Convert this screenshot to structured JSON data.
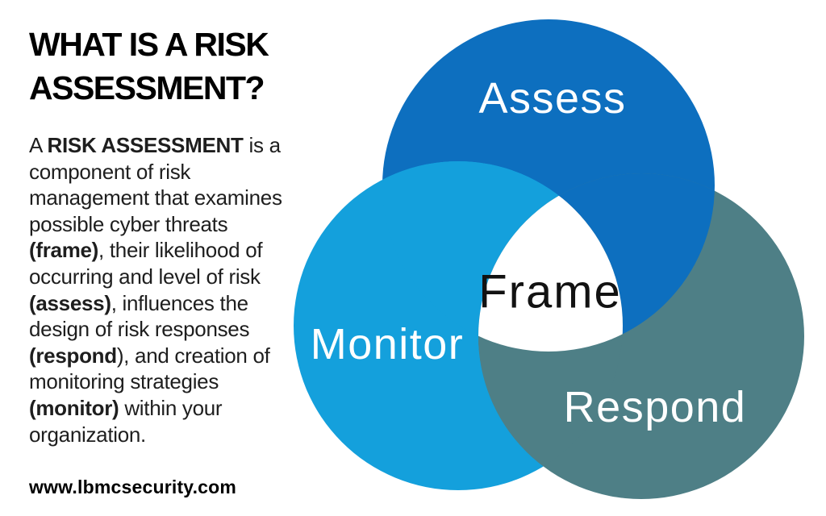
{
  "page": {
    "background": "#ffffff"
  },
  "left_panel": {
    "title_line1": "WHAT IS A RISK",
    "title_line2": "ASSESSMENT?",
    "paragraph_lines": [
      [
        {
          "t": "A ",
          "b": 0
        },
        {
          "t": "RISK ASSESSMENT",
          "b": 1
        },
        {
          "t": " is a",
          "b": 0
        }
      ],
      [
        {
          "t": "component of risk",
          "b": 0
        }
      ],
      [
        {
          "t": "management that examines",
          "b": 0
        }
      ],
      [
        {
          "t": "possible cyber threats",
          "b": 0
        }
      ],
      [
        {
          "t": "(frame)",
          "b": 1
        },
        {
          "t": ", their likelihood of",
          "b": 0
        }
      ],
      [
        {
          "t": "occurring and level of risk",
          "b": 0
        }
      ],
      [
        {
          "t": "(assess)",
          "b": 1
        },
        {
          "t": ", influences the",
          "b": 0
        }
      ],
      [
        {
          "t": "design of risk responses",
          "b": 0
        }
      ],
      [
        {
          "t": "(respond",
          "b": 1
        },
        {
          "t": "), and creation of",
          "b": 0
        }
      ],
      [
        {
          "t": "monitoring strategies",
          "b": 0
        }
      ],
      [
        {
          "t": "(monitor)",
          "b": 1
        },
        {
          "t": " within your",
          "b": 0
        }
      ],
      [
        {
          "t": "organization.",
          "b": 0
        }
      ]
    ],
    "website": "www.lbmcsecurity.com"
  },
  "venn": {
    "circles": [
      {
        "id": "assess",
        "label": "Assess",
        "color": "#0d6fbf",
        "label_color": "#ffffff"
      },
      {
        "id": "monitor",
        "label": "Monitor",
        "color": "#14a0dc",
        "label_color": "#ffffff"
      },
      {
        "id": "respond",
        "label": "Respond",
        "color": "#4e7f86",
        "label_color": "#ffffff"
      }
    ],
    "center_label": {
      "text": "Frame",
      "color": "#121212"
    },
    "center_fill": "#ffffff"
  }
}
